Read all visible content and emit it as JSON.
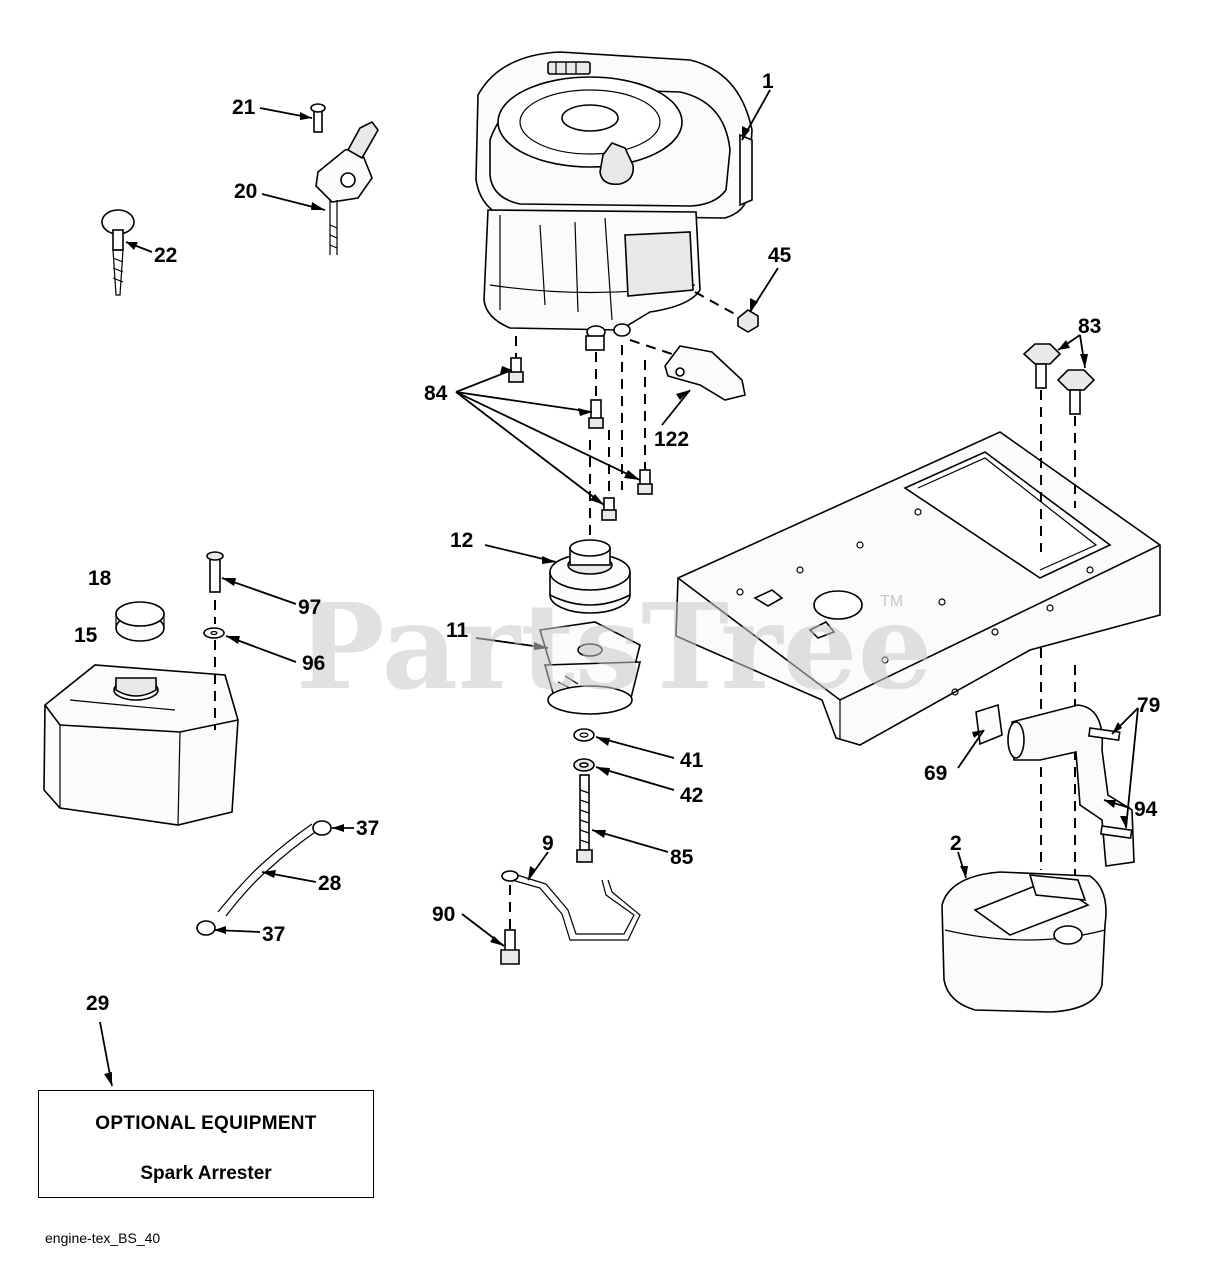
{
  "watermark": {
    "text": "PartsTree",
    "trademark": "TM"
  },
  "callouts": [
    {
      "id": "1"
    },
    {
      "id": "21"
    },
    {
      "id": "20"
    },
    {
      "id": "22"
    },
    {
      "id": "45"
    },
    {
      "id": "83"
    },
    {
      "id": "84"
    },
    {
      "id": "122"
    },
    {
      "id": "12"
    },
    {
      "id": "97"
    },
    {
      "id": "18"
    },
    {
      "id": "15"
    },
    {
      "id": "11"
    },
    {
      "id": "96"
    },
    {
      "id": "79"
    },
    {
      "id": "41"
    },
    {
      "id": "42"
    },
    {
      "id": "69"
    },
    {
      "id": "94"
    },
    {
      "id": "37"
    },
    {
      "id": "28"
    },
    {
      "id": "9"
    },
    {
      "id": "85"
    },
    {
      "id": "2"
    },
    {
      "id": "90"
    },
    {
      "id": "37"
    },
    {
      "id": "29"
    }
  ],
  "optional_equipment": {
    "title": "OPTIONAL EQUIPMENT",
    "item": "Spark Arrester"
  },
  "diagram_id": "engine-tex_BS_40"
}
